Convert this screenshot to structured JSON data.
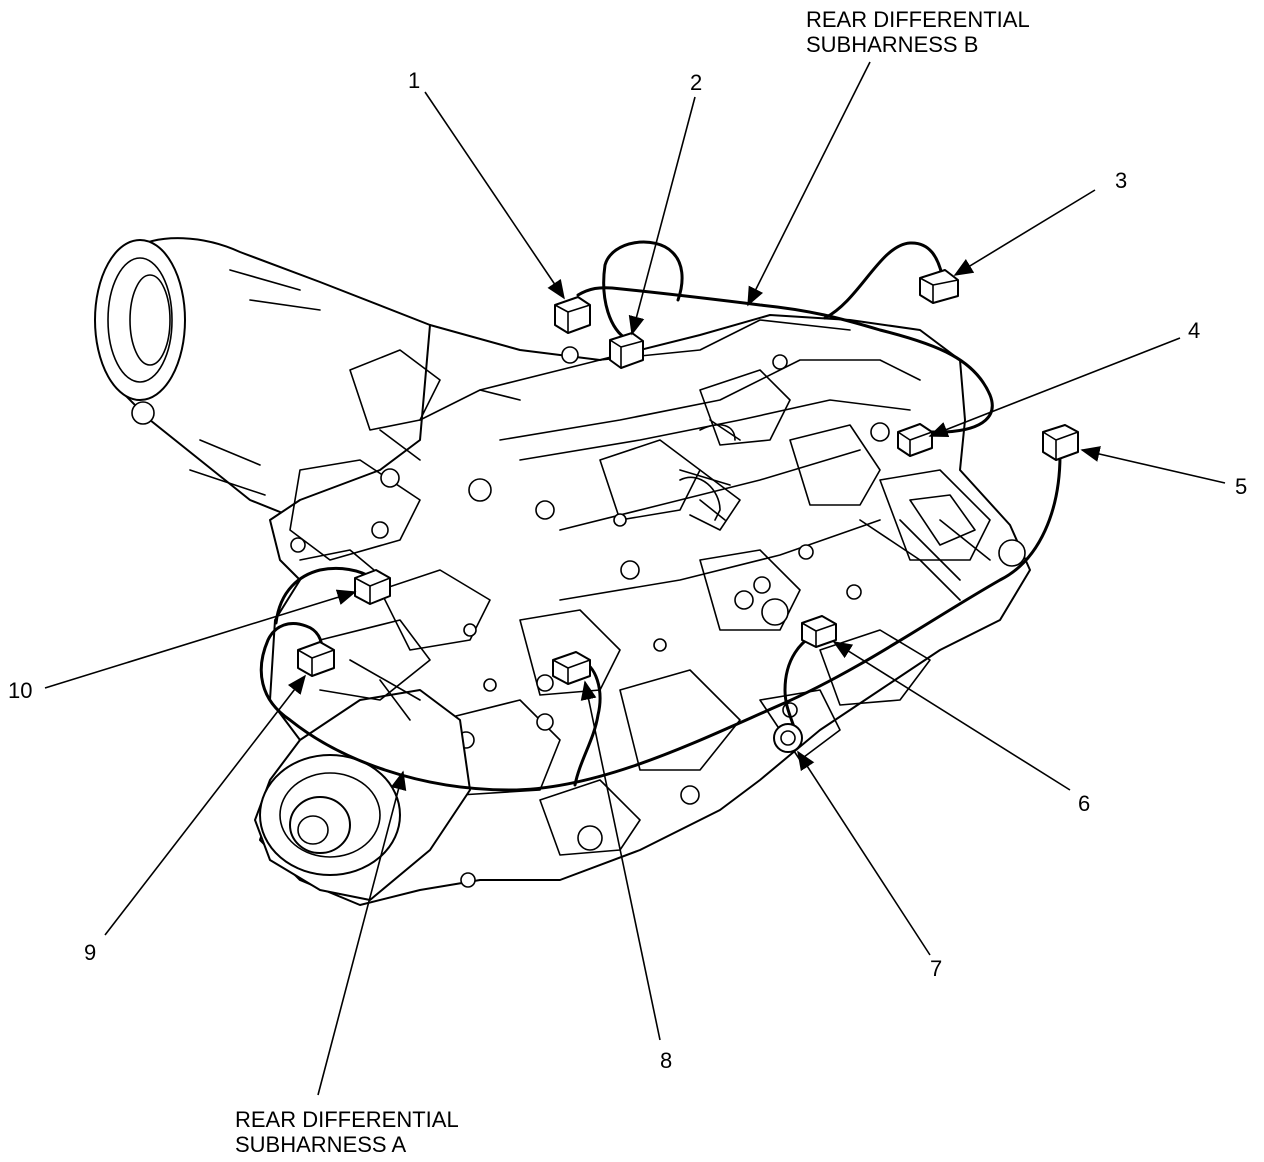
{
  "callouts": [
    {
      "id": "1",
      "label": "1"
    },
    {
      "id": "2",
      "label": "2"
    },
    {
      "id": "3",
      "label": "3"
    },
    {
      "id": "4",
      "label": "4"
    },
    {
      "id": "5",
      "label": "5"
    },
    {
      "id": "6",
      "label": "6"
    },
    {
      "id": "7",
      "label": "7"
    },
    {
      "id": "8",
      "label": "8"
    },
    {
      "id": "9",
      "label": "9"
    },
    {
      "id": "10",
      "label": "10"
    }
  ],
  "captions": {
    "subharness_b": {
      "line1": "REAR DIFFERENTIAL",
      "line2": "SUBHARNESS B"
    },
    "subharness_a": {
      "line1": "REAR DIFFERENTIAL",
      "line2": "SUBHARNESS A"
    }
  }
}
